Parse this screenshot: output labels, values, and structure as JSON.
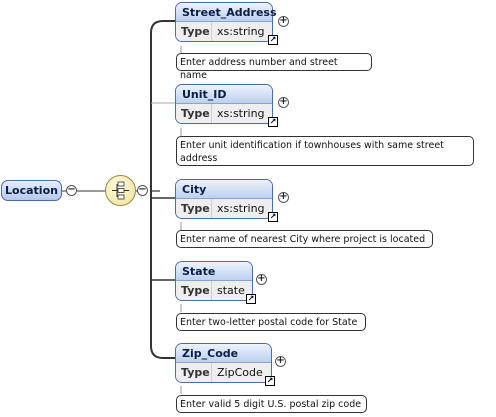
{
  "root": {
    "label": "Location"
  },
  "compositor_icon": "sequence-compositor-icon",
  "type_label": "Type",
  "elements": [
    {
      "name": "Street_Address",
      "type": "xs:string",
      "annotation": "Enter address number and street name"
    },
    {
      "name": "Unit_ID",
      "type": "xs:string",
      "annotation": "Enter unit identification if townhouses with same street address"
    },
    {
      "name": "City",
      "type": "xs:string",
      "annotation": "Enter name of nearest City where project is located"
    },
    {
      "name": "State",
      "type": "state",
      "annotation": "Enter two-letter postal code for State"
    },
    {
      "name": "Zip_Code",
      "type": "ZipCode",
      "annotation": "Enter valid 5 digit U.S. postal zip code"
    }
  ]
}
